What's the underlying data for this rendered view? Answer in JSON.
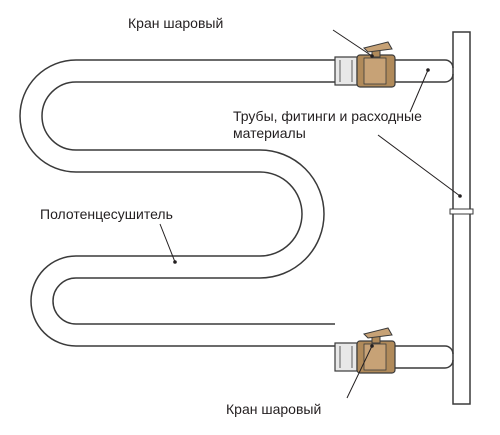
{
  "labels": {
    "valve_top": "Кран  шаровый",
    "pipes_line1": "Трубы, фитинги и расходные",
    "pipes_line2": "материалы",
    "towel_dryer": "Полотенцесушитель",
    "valve_bottom": "Кран  шаровый"
  },
  "colors": {
    "outline": "#3a3a3a",
    "valve_body": "#b08a5a",
    "valve_handle": "#c7a276",
    "fitting": "#e8e8e8",
    "leader": "#231f20"
  }
}
